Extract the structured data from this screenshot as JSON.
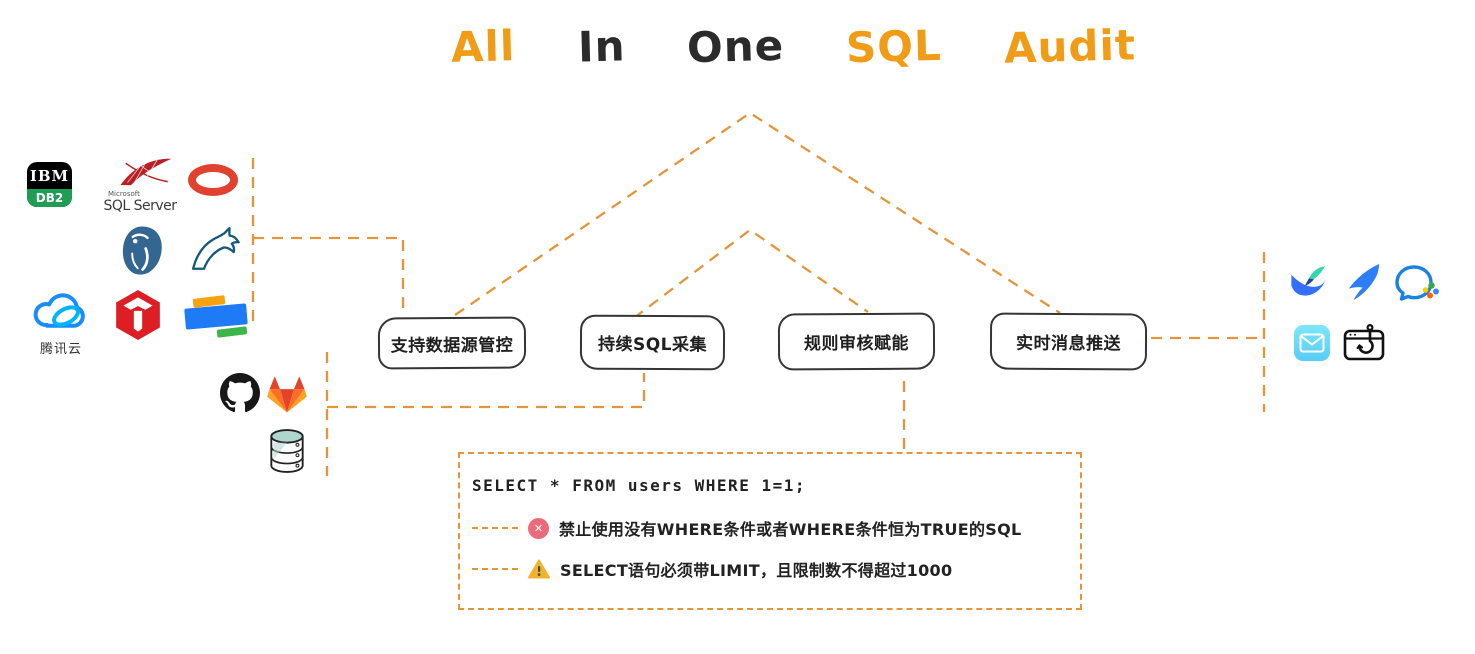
{
  "title": {
    "words": [
      {
        "text": "All",
        "tone": "orange"
      },
      {
        "text": "In",
        "tone": "dark"
      },
      {
        "text": "One",
        "tone": "dark"
      },
      {
        "text": "SQL",
        "tone": "orange"
      },
      {
        "text": "Audit",
        "tone": "orange"
      }
    ]
  },
  "datasources": {
    "db2_brand": "IBM",
    "db2_label": "DB2",
    "sqlserver_small": "Microsoft",
    "sqlserver_label": "SQL Server",
    "tencent_label": "腾讯云",
    "left_icons": [
      "ibm-db2-icon",
      "microsoft-sql-server-icon",
      "oracle-icon",
      "postgresql-icon",
      "mysql-icon",
      "tencent-cloud-icon",
      "tidb-icon",
      "oceanbase-icon",
      "github-icon",
      "gitlab-icon",
      "database-dump-icon"
    ]
  },
  "features": [
    {
      "label": "支持数据源管控"
    },
    {
      "label": "持续SQL采集"
    },
    {
      "label": "规则审核赋能"
    },
    {
      "label": "实时消息推送"
    }
  ],
  "push_targets": {
    "right_icons": [
      "feishu-icon",
      "dingtalk-icon",
      "wechat-work-icon",
      "mail-icon",
      "webhook-icon"
    ]
  },
  "sql_panel": {
    "query": "SELECT * FROM users WHERE 1=1;",
    "rules": [
      {
        "severity": "error",
        "icon": "error-circle-icon",
        "text": "禁止使用没有WHERE条件或者WHERE条件恒为TRUE的SQL"
      },
      {
        "severity": "warning",
        "icon": "warning-triangle-icon",
        "text": "SELECT语句必须带LIMIT，且限制数不得超过1000"
      }
    ],
    "error_glyph": "✕"
  },
  "colors": {
    "connector_orange": "#e2953a",
    "title_orange": "#f09c17",
    "title_dark": "#2b2b2b",
    "error_red": "#ec6b79",
    "warning_yellow": "#efb42b"
  }
}
